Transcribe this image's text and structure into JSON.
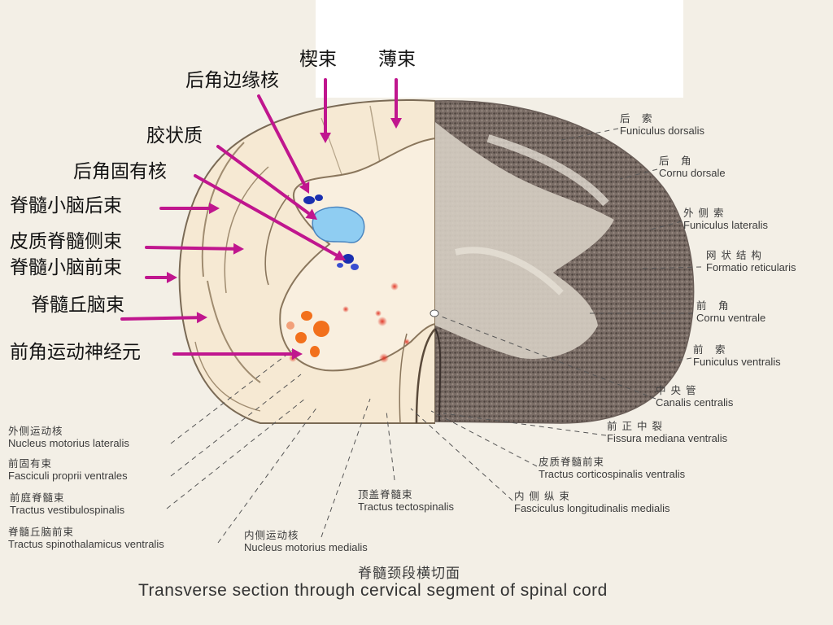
{
  "diagram": {
    "colors": {
      "arrow": "#c0168e",
      "gray_matter_fill": "#f6e9d3",
      "white_matter_dark": "#6a5e58",
      "substantia_gelatinosa": "#8fcdf2",
      "nucleus_blue": "#1a2fb0",
      "motor_neuron_orange": "#f2701c"
    },
    "arrow_labels": [
      {
        "key": "cuneate",
        "text": "楔束"
      },
      {
        "key": "gracile",
        "text": "薄束"
      },
      {
        "key": "marginal",
        "text": "后角边缘核"
      },
      {
        "key": "gelatinosa",
        "text": "胶状质"
      },
      {
        "key": "proprius",
        "text": "后角固有核"
      },
      {
        "key": "post_spinocerebellar",
        "text": "脊髓小脑后束"
      },
      {
        "key": "lat_corticospinal",
        "text": "皮质脊髓侧束"
      },
      {
        "key": "ant_spinocerebellar",
        "text": "脊髓小脑前束"
      },
      {
        "key": "spinothalamic",
        "text": "脊髓丘脑束"
      },
      {
        "key": "motor_neuron",
        "text": "前角运动神经元"
      }
    ],
    "right_labels": [
      {
        "key": "funiculus_dorsalis",
        "cn": "后　索",
        "la": "Funiculus dorsalis"
      },
      {
        "key": "cornu_dorsale",
        "cn": "后　角",
        "la": "Cornu dorsale"
      },
      {
        "key": "funiculus_lateralis",
        "cn": "外 侧 索",
        "la": "Funiculus lateralis"
      },
      {
        "key": "formatio_reticularis",
        "cn": "网 状 结 构",
        "la": "Formatio reticularis"
      },
      {
        "key": "cornu_ventrale",
        "cn": "前　角",
        "la": "Cornu ventrale"
      },
      {
        "key": "funiculus_ventralis",
        "cn": "前　索",
        "la": "Funiculus ventralis"
      },
      {
        "key": "canalis_centralis",
        "cn": "中 央 管",
        "la": "Canalis centralis"
      },
      {
        "key": "fissura_mediana",
        "cn": "前 正 中 裂",
        "la": "Fissura mediana ventralis"
      }
    ],
    "bottom_labels": [
      {
        "key": "nucleus_motorius_lateralis",
        "cn": "外侧运动核",
        "la": "Nucleus motorius lateralis"
      },
      {
        "key": "fasciculi_proprii",
        "cn": "前固有束",
        "la": "Fasciculi proprii ventrales"
      },
      {
        "key": "vestibulospinalis",
        "cn": "前庭脊髓束",
        "la": "Tractus vestibulospinalis"
      },
      {
        "key": "spinothalamicus_ventralis",
        "cn": "脊髓丘脑前束",
        "la": "Tractus spinothalamicus ventralis"
      },
      {
        "key": "nucleus_motorius_medialis",
        "cn": "内侧运动核",
        "la": "Nucleus motorius medialis"
      },
      {
        "key": "tectospinalis",
        "cn": "顶盖脊髓束",
        "la": "Tractus tectospinalis"
      },
      {
        "key": "longitudinalis_medialis",
        "cn": "内 侧 纵 束",
        "la": "Fasciculus longitudinalis medialis"
      },
      {
        "key": "corticospinalis_ventralis",
        "cn": "皮质脊髓前束",
        "la": "Tractus corticospinalis ventralis"
      }
    ],
    "caption_cn": "脊髓颈段横切面",
    "caption_en": "Transverse section through cervical segment of spinal cord"
  }
}
